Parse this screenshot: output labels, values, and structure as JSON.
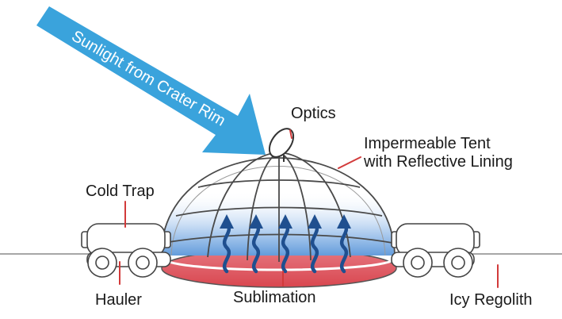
{
  "diagram": {
    "arrow_text": "Sunlight from Crater Rim",
    "labels": {
      "optics": "Optics",
      "tent_line1": "Impermeable Tent",
      "tent_line2": "with Reflective Lining",
      "cold_trap": "Cold Trap",
      "hauler": "Hauler",
      "sublimation": "Sublimation",
      "icy_regolith": "Icy Regolith"
    },
    "colors": {
      "sun_arrow": "#3aa3dc",
      "callout_line": "#d23a3a",
      "vapor_arrows": "#1f4f8f",
      "heat_red": "#d9474f",
      "ice_blue": "#4f8fd6"
    }
  }
}
